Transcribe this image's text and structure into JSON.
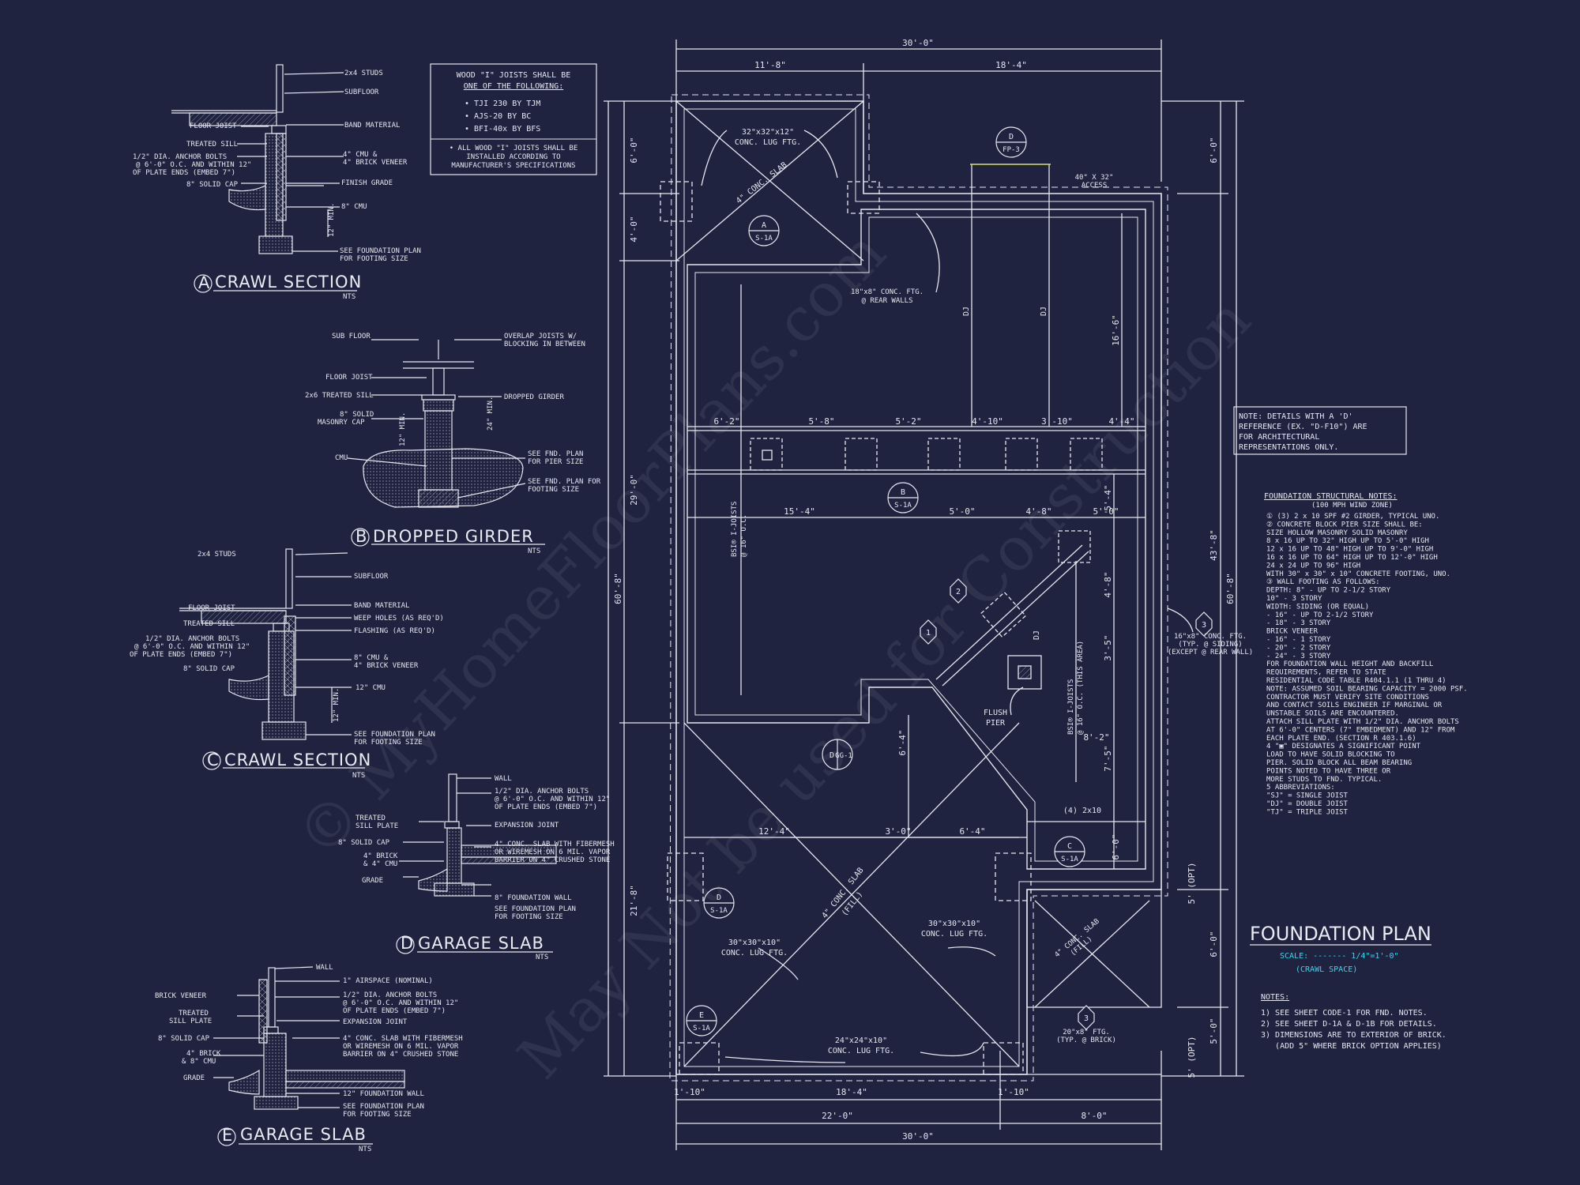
{
  "details": {
    "a": {
      "letter": "A",
      "title": "CRAWL SECTION",
      "scale": "NTS",
      "labels": [
        "2x4 STUDS",
        "SUBFLOOR",
        "FLOOR JOIST",
        "BAND MATERIAL",
        "TREATED SILL",
        "1/2\" DIA. ANCHOR BOLTS",
        "@ 6'-0\" O.C. AND WITHIN 12\"",
        "OF PLATE ENDS (EMBED 7\")",
        "8\" SOLID CAP",
        "4\" CMU &",
        "4\" BRICK VENEER",
        "FINISH GRADE",
        "8\" CMU",
        "12\" MIN.",
        "SEE FOUNDATION PLAN",
        "FOR FOOTING SIZE"
      ]
    },
    "b": {
      "letter": "B",
      "title": "DROPPED GIRDER",
      "scale": "NTS",
      "labels": [
        "SUB FLOOR",
        "OVERLAP JOISTS W/",
        "BLOCKING IN BETWEEN",
        "FLOOR JOIST",
        "2x6 TREATED SILL",
        "DROPPED GIRDER",
        "8\" SOLID",
        "MASONRY CAP",
        "12\" MIN.",
        "24\" MIN.",
        "CMU",
        "SEE FND. PLAN",
        "FOR PIER SIZE",
        "SEE FND. PLAN FOR",
        "FOOTING SIZE"
      ]
    },
    "c": {
      "letter": "C",
      "title": "CRAWL SECTION",
      "scale": "NTS",
      "labels": [
        "2x4 STUDS",
        "SUBFLOOR",
        "FLOOR JOIST",
        "BAND MATERIAL",
        "TREATED SILL",
        "WEEP HOLES (AS REQ'D)",
        "FLASHING (AS REQ'D)",
        "1/2\" DIA. ANCHOR BOLTS",
        "@ 6'-0\" O.C. AND WITHIN 12\"",
        "OF PLATE ENDS (EMBED 7\")",
        "8\" SOLID CAP",
        "8\" CMU &",
        "4\" BRICK VENEER",
        "12\" CMU",
        "12\" MIN.",
        "SEE FOUNDATION PLAN",
        "FOR FOOTING SIZE"
      ]
    },
    "d": {
      "letter": "D",
      "title": "GARAGE SLAB",
      "scale": "NTS",
      "labels": [
        "WALL",
        "1/2\" DIA. ANCHOR BOLTS",
        "@ 6'-0\" O.C. AND WITHIN 12\"",
        "OF PLATE ENDS (EMBED 7\")",
        "TREATED",
        "SILL PLATE",
        "EXPANSION JOINT",
        "8\" SOLID CAP",
        "4\" CONC. SLAB WITH FIBERMESH",
        "OR WIREMESH ON 6 MIL. VAPOR",
        "BARRIER ON 4\" CRUSHED STONE",
        "4\" BRICK",
        "& 4\" CMU",
        "GRADE",
        "8\" FOUNDATION WALL",
        "SEE FOUNDATION PLAN",
        "FOR FOOTING SIZE"
      ]
    },
    "e": {
      "letter": "E",
      "title": "GARAGE SLAB",
      "scale": "NTS",
      "labels": [
        "WALL",
        "BRICK VENEER",
        "1\" AIRSPACE (NOMINAL)",
        "1/2\" DIA. ANCHOR BOLTS",
        "@ 6'-0\" O.C. AND WITHIN 12\"",
        "OF PLATE ENDS (EMBED 7\")",
        "TREATED",
        "SILL PLATE",
        "EXPANSION JOINT",
        "8\" SOLID CAP",
        "4\" CONC. SLAB WITH FIBERMESH",
        "OR WIREMESH ON 6 MIL. VAPOR",
        "BARRIER ON 4\" CRUSHED STONE",
        "4\" BRICK",
        "& 8\" CMU",
        "GRADE",
        "12\" FOUNDATION WALL",
        "SEE FOUNDATION PLAN",
        "FOR FOOTING SIZE"
      ]
    }
  },
  "joist_note": {
    "lines": [
      "WOOD \"I\" JOISTS SHALL BE",
      "ONE OF THE FOLLOWING:",
      "• TJI 230 BY TJM",
      "• AJS-20 BY BC",
      "• BFI-40x BY BFS"
    ],
    "footer": [
      "• ALL WOOD \"I\" JOISTS SHALL BE",
      "INSTALLED ACCORDING TO",
      "MANUFACTURER'S SPECIFICATIONS"
    ]
  },
  "plan": {
    "dims_top": [
      "30'-0\"",
      "11'-8\"",
      "18'-4\""
    ],
    "dims_bottom": [
      "1'-10\"",
      "18'-4\"",
      "1'-10\"",
      "22'-0\"",
      "8'-0\"",
      "30'-0\""
    ],
    "dims_left": [
      "6'-0\"",
      "4'-0\"",
      "29'-0\"",
      "60'-8\"",
      "21'-8\""
    ],
    "dims_right": [
      "6'-0\"",
      "43'-8\"",
      "60'-8\"",
      "6'-0\"",
      "5'-0\"",
      "5' (OPT)",
      "5' (OPT)"
    ],
    "dims_girder": [
      "6'-2\"",
      "5'-8\"",
      "5'-2\"",
      "4'-10\"",
      "3'-10\"",
      "4'-4\""
    ],
    "dims_mid": [
      "15'-4\"",
      "5'-0\"",
      "4'-8\"",
      "5'-0\"",
      "16'-6\"",
      "5'-4\"",
      "4'-8\"",
      "3'-5\"",
      "8'-2\"",
      "7'-5\"",
      "6'-4\"",
      "12'-4\"",
      "3'-0\"",
      "6'-4\"",
      "6'-0\""
    ],
    "labels": {
      "lug_top": [
        "32\"x32\"x12\"",
        "CONC. LUG FTG."
      ],
      "conc_slab_top": "4\" CONC. SLAB",
      "access": [
        "40\" X 32\"",
        "ACCESS"
      ],
      "ftg_rear": [
        "18\"x8\" CONC. FTG.",
        "@ REAR WALLS"
      ],
      "dj": "DJ",
      "joists_left": [
        "BSI® I-JOISTS",
        "@ 16\" O.C."
      ],
      "joists_right": [
        "BSI® I-JOISTS",
        "@ 16\" O.C. (THIS AREA)"
      ],
      "flush_pier": [
        "FLUSH",
        "PIER"
      ],
      "girder_4": "(4) 2x10",
      "conc_slab_fill_1": [
        "4\" CONC. SLAB",
        "(FILL)"
      ],
      "conc_slab_fill_2": [
        "4\" CONC. SLAB",
        "(FILL)"
      ],
      "lug_left": [
        "30\"x30\"x10\"",
        "CONC. LUG FTG."
      ],
      "lug_right": [
        "30\"x30\"x10\"",
        "CONC. LUG FTG."
      ],
      "lug_bottom": [
        "24\"x24\"x10\"",
        "CONC. LUG FTG."
      ],
      "ftg_side": [
        "16\"x8\" CONC. FTG.",
        "(TYP. @ SIDING)",
        "(EXCEPT @ REAR WALL)"
      ],
      "ftg_brick": [
        "20\"x8\" FTG.",
        "(TYP. @ BRICK)"
      ]
    },
    "tags": [
      {
        "top": "A",
        "bot": "S-1A"
      },
      {
        "top": "B",
        "bot": "S-1A"
      },
      {
        "top": "C",
        "bot": "S-1A"
      },
      {
        "top": "D",
        "bot": "S-1A"
      },
      {
        "top": "E",
        "bot": "S-1A"
      },
      {
        "top": "D",
        "bot": "GG-1"
      },
      {
        "top": "D",
        "bot": "FP-3"
      }
    ],
    "hex_tags": [
      "1",
      "2",
      "3",
      "3"
    ]
  },
  "ref_note": [
    "NOTE: DETAILS WITH A 'D'",
    "REFERENCE (EX. \"D-F10\") ARE",
    "FOR ARCHITECTURAL",
    "REPRESENTATIONS ONLY."
  ],
  "structural_notes": {
    "title": "FOUNDATION STRUCTURAL NOTES:",
    "subtitle": "(100 MPH WIND ZONE)",
    "lines": [
      "① (3) 2 x 10 SPF #2 GIRDER, TYPICAL UNO.",
      "② CONCRETE BLOCK PIER SIZE SHALL BE:",
      "   SIZE     HOLLOW MASONRY    SOLID MASONRY",
      "   8 x 16   UP TO 32\" HIGH    UP TO 5'-0\" HIGH",
      "   12 x 16  UP TO 48\" HIGH    UP TO 9'-0\" HIGH",
      "   16 x 16  UP TO 64\" HIGH    UP TO 12'-0\" HIGH",
      "   24 x 24  UP TO 96\" HIGH",
      "   WITH 30\" x 30\" x 10\" CONCRETE FOOTING, UNO.",
      "③ WALL FOOTING AS FOLLOWS:",
      "   DEPTH:  8\" - UP TO 2-1/2 STORY",
      "           10\" - 3 STORY",
      "   WIDTH:  SIDING (OR EQUAL)",
      "             - 16\" - UP TO 2-1/2 STORY",
      "             - 18\" - 3 STORY",
      "           BRICK VENEER",
      "             - 16\" - 1 STORY",
      "             - 20\" - 2 STORY",
      "             - 24\" - 3 STORY",
      "   FOR FOUNDATION WALL HEIGHT AND BACKFILL",
      "   REQUIREMENTS, REFER TO STATE",
      "   RESIDENTIAL CODE TABLE R404.1.1 (1 THRU 4)",
      "   NOTE: ASSUMED SOIL BEARING CAPACITY = 2000 PSF.",
      "   CONTRACTOR MUST VERIFY SITE CONDITIONS",
      "   AND CONTACT SOILS ENGINEER IF MARGINAL OR",
      "   UNSTABLE SOILS ARE ENCOUNTERED.",
      "   ATTACH SILL PLATE WITH 1/2\" DIA. ANCHOR BOLTS",
      "   AT 6'-0\" CENTERS (7\" EMBEDMENT) AND 12\" FROM",
      "   EACH PLATE END. (SECTION R 403.1.6)",
      "4  \"▣\" DESIGNATES A SIGNIFICANT POINT",
      "   LOAD TO HAVE SOLID BLOCKING TO",
      "   PIER. SOLID BLOCK ALL BEAM BEARING",
      "   POINTS NOTED TO HAVE THREE OR",
      "   MORE STUDS TO FND. TYPICAL.",
      "5  ABBREVIATIONS:",
      "   \"SJ\" = SINGLE JOIST",
      "   \"DJ\" = DOUBLE JOIST",
      "   \"TJ\" = TRIPLE JOIST"
    ]
  },
  "title_block": {
    "title": "FOUNDATION PLAN",
    "scale": "SCALE: ------- 1/4\"=1'-0\"",
    "sub": "(CRAWL SPACE)",
    "notes_head": "NOTES:",
    "notes": [
      "1) SEE SHEET CODE-1 FOR FND. NOTES.",
      "2) SEE SHEET D-1A & D-1B FOR DETAILS.",
      "3) DIMENSIONS ARE TO EXTERIOR OF BRICK.",
      "   (ADD 5\" WHERE BRICK OPTION APPLIES)"
    ]
  },
  "watermark": [
    "© MyHomeFloorPlans.com",
    "May Not be used for Construction"
  ],
  "colors": {
    "background": "#1f2340",
    "line": "#e6e6ee",
    "accent": "#38d6ee",
    "highlight": "#d8e060"
  }
}
